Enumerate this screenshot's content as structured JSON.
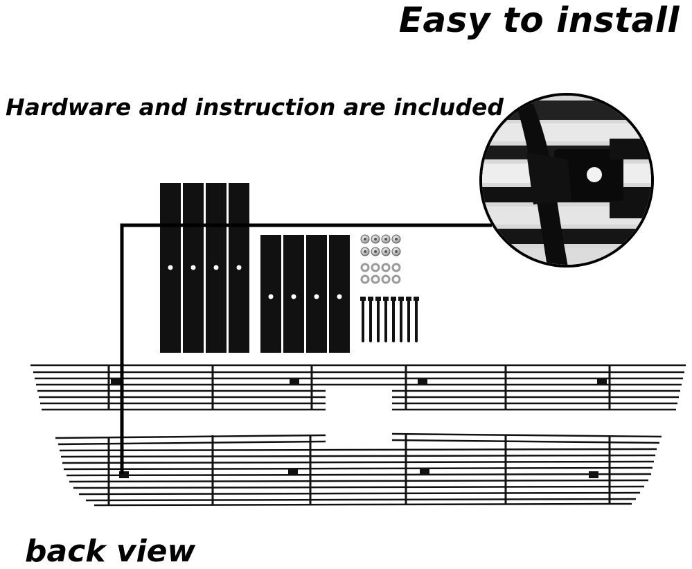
{
  "captions": {
    "headline": "Easy to install",
    "hardware": "Hardware and instruction are included",
    "view_label": "back view"
  },
  "colors": {
    "background": "#ffffff",
    "grille": "#111111",
    "hardware_metal": "#c8c8c8"
  },
  "photo_components": [
    "mounting-bracket-long",
    "mounting-bracket-short",
    "nut-icon",
    "washer-icon",
    "bolt-icon",
    "grille-upper-insert",
    "grille-lower-insert",
    "close-up-bracket-detail"
  ]
}
